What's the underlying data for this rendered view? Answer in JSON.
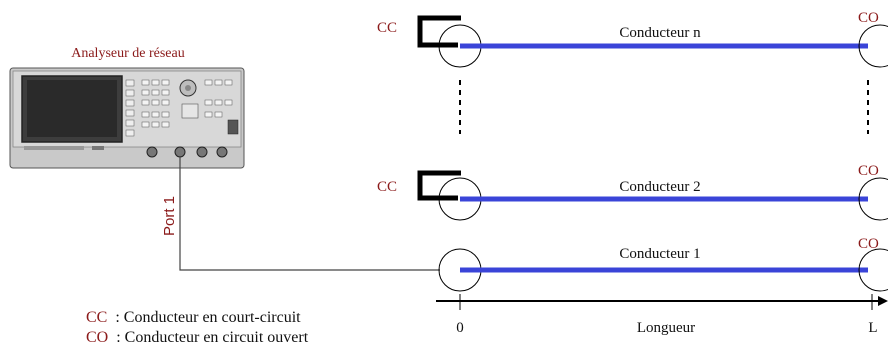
{
  "analyzer": {
    "title": "Analyseur de réseau",
    "port_label": "Port 1"
  },
  "conductors": [
    {
      "label": "Conducteur n",
      "start_marker": "CC",
      "end_marker": "CO"
    },
    {
      "label": "Conducteur 2",
      "start_marker": "CC",
      "end_marker": "CO"
    },
    {
      "label": "Conducteur 1",
      "start_marker": "",
      "end_marker": "CO"
    }
  ],
  "axis": {
    "start_label": "0",
    "end_label": "L",
    "title": "Longueur"
  },
  "legend": [
    {
      "abbr": "CC",
      "text": ": Conducteur en court-circuit"
    },
    {
      "abbr": "CO",
      "text": ": Conducteur en circuit ouvert"
    }
  ],
  "colors": {
    "line": "#3a44d8",
    "marker_text": "#8b1a1a",
    "cable": "#444444"
  }
}
